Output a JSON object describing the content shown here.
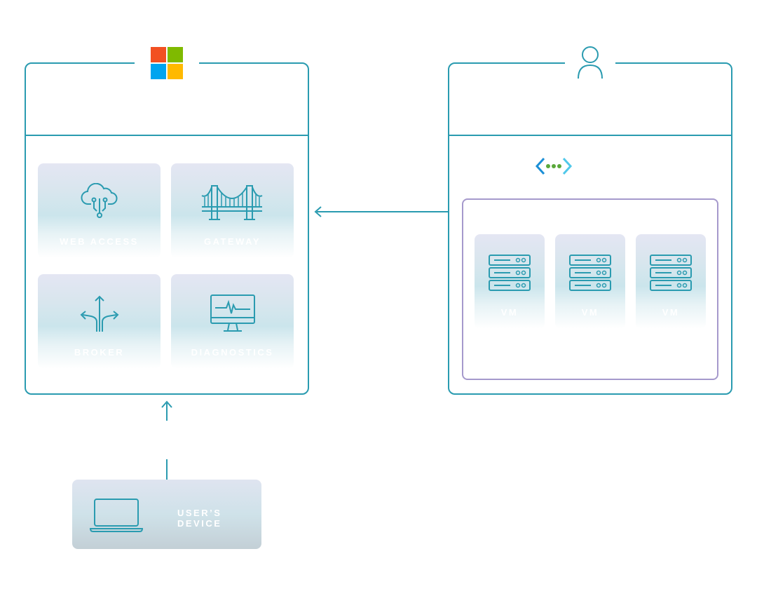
{
  "azure_panel": {
    "logo_icon": "microsoft-logo",
    "colors": {
      "red": "#f25022",
      "green": "#7fba00",
      "blue": "#00a4ef",
      "yellow": "#ffb900"
    },
    "services": [
      {
        "label": "WEB ACCESS",
        "icon": "cloud-network-icon"
      },
      {
        "label": "GATEWAY",
        "icon": "bridge-icon"
      },
      {
        "label": "BROKER",
        "icon": "split-arrows-icon"
      },
      {
        "label": "DIAGNOSTICS",
        "icon": "monitor-heartbeat-icon"
      }
    ]
  },
  "customer_panel": {
    "header_icon": "user-icon",
    "vnet_icon": "virtual-network-icon",
    "vms": [
      {
        "label": "VM",
        "icon": "server-rack-icon"
      },
      {
        "label": "VM",
        "icon": "server-rack-icon"
      },
      {
        "label": "VM",
        "icon": "server-rack-icon"
      }
    ]
  },
  "device": {
    "label": "USER’S DEVICE",
    "icon": "laptop-icon"
  },
  "theme": {
    "line": "#2a9bb0",
    "vnet_border": "#a599cc",
    "label_text": "#ffffff"
  }
}
